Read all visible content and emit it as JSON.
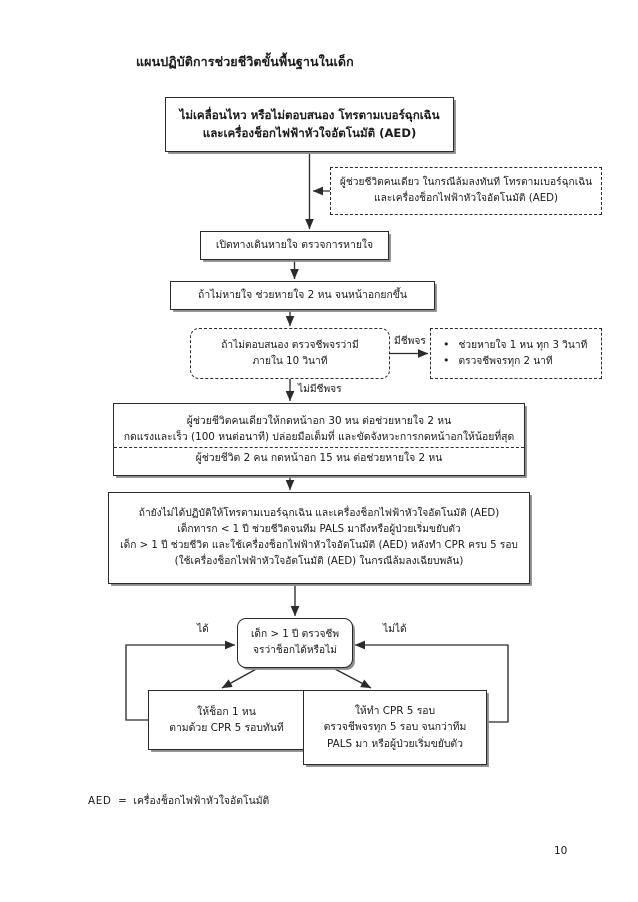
{
  "document": {
    "title": "แผนปฏิบัติการช่วยชีวิตขั้นพื้นฐานในเด็ก",
    "page_number": "10",
    "legend": {
      "abbr": "AED",
      "equals": "=",
      "meaning": "เครื่องช็อกไฟฟ้าหัวใจอัตโนมัติ"
    }
  },
  "flowchart": {
    "nodes": {
      "collapse": {
        "line1": "ไม่เคลื่อนไหว หรือไม่ตอบสนอง โทรตามเบอร์ฉุกเฉิน",
        "line2": "และเครื่องช็อกไฟฟ้าหัวใจอัตโนมัติ (AED)"
      },
      "lone_rescuer": {
        "line1": "ผู้ช่วยชีวิตคนเดียว ในกรณีล้มลงทันที โทรตามเบอร์ฉุกเฉิน",
        "line2": "และเครื่องช็อกไฟฟ้าหัวใจอัตโนมัติ (AED)"
      },
      "airway": {
        "line1": "เปิดทางเดินหายใจ ตรวจการหายใจ"
      },
      "breaths": {
        "line1": "ถ้าไม่หายใจ ช่วยหายใจ 2 หน จนหน้าอกยกขึ้น"
      },
      "pulse_check": {
        "line1": "ถ้าไม่ตอบสนอง ตรวจชีพจรว่ามี",
        "line2": "ภายใน 10 วินาที"
      },
      "has_pulse_actions": {
        "bullet1": "ช่วยหายใจ 1 หน ทุก 3 วินาที",
        "bullet2": "ตรวจชีพจรทุก 2 นาที"
      },
      "compressions": {
        "line1": "ผู้ช่วยชีวิตคนเดียวให้กดหน้าอก 30 หน ต่อช่วยหายใจ 2 หน",
        "line2": "กดแรงและเร็ว (100 หนต่อนาที) ปล่อยมือเต็มที่ และขัดจังหวะการกดหน้าอกให้น้อยที่สุด",
        "line3": "ผู้ช่วยชีวิต 2 คน กดหน้าอก 15 หน ต่อช่วยหายใจ 2 หน"
      },
      "aed_step": {
        "line1": "ถ้ายังไม่ได้ปฏิบัติให้โทรตามเบอร์ฉุกเฉิน และเครื่องช็อกไฟฟ้าหัวใจอัตโนมัติ (AED)",
        "line2": "เด็กทารก < 1 ปี ช่วยชีวิตจนทีม PALS มาถึงหรือผู้ป่วยเริ่มขยับตัว",
        "line3": "เด็ก > 1 ปี ช่วยชีวิต และใช้เครื่องช็อกไฟฟ้าหัวใจอัตโนมัติ (AED) หลังทำ CPR ครบ 5 รอบ",
        "line4": "(ใช้เครื่องช็อกไฟฟ้าหัวใจอัตโนมัติ (AED) ในกรณีล้มลงเฉียบพลัน)"
      },
      "shockable_decision": {
        "line1": "เด็ก > 1 ปี ตรวจชีพ",
        "line2": "จรว่าช็อกได้หรือไม่"
      },
      "give_shock": {
        "line1": "ให้ช็อก 1 หน",
        "line2": "ตามด้วย CPR 5 รอบทันที"
      },
      "continue_cpr": {
        "line1": "ให้ทำ CPR 5 รอบ",
        "line2": "ตรวจชีพจรทุก 5 รอบ จนกว่าทีม",
        "line3": "PALS มา หรือผู้ป่วยเริ่มขยับตัว"
      }
    },
    "edge_labels": {
      "has_pulse": "มีชีพจร",
      "no_pulse": "ไม่มีชีพจร",
      "shockable_yes": "ได้",
      "shockable_no": "ไม่ได้"
    },
    "colors": {
      "stroke": "#2b2b2b",
      "shadow": "#8d8d8d",
      "background": "#ffffff",
      "text": "#1a1a1a"
    }
  }
}
